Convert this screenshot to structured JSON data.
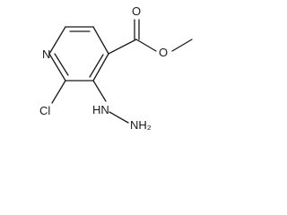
{
  "structure": {
    "atoms": {
      "n_ring": "N",
      "cl": "Cl",
      "o_carbonyl": "O",
      "o_ester": "O",
      "hydrazino_nh": "HN",
      "hydrazino_nh2": "NH₂"
    }
  }
}
